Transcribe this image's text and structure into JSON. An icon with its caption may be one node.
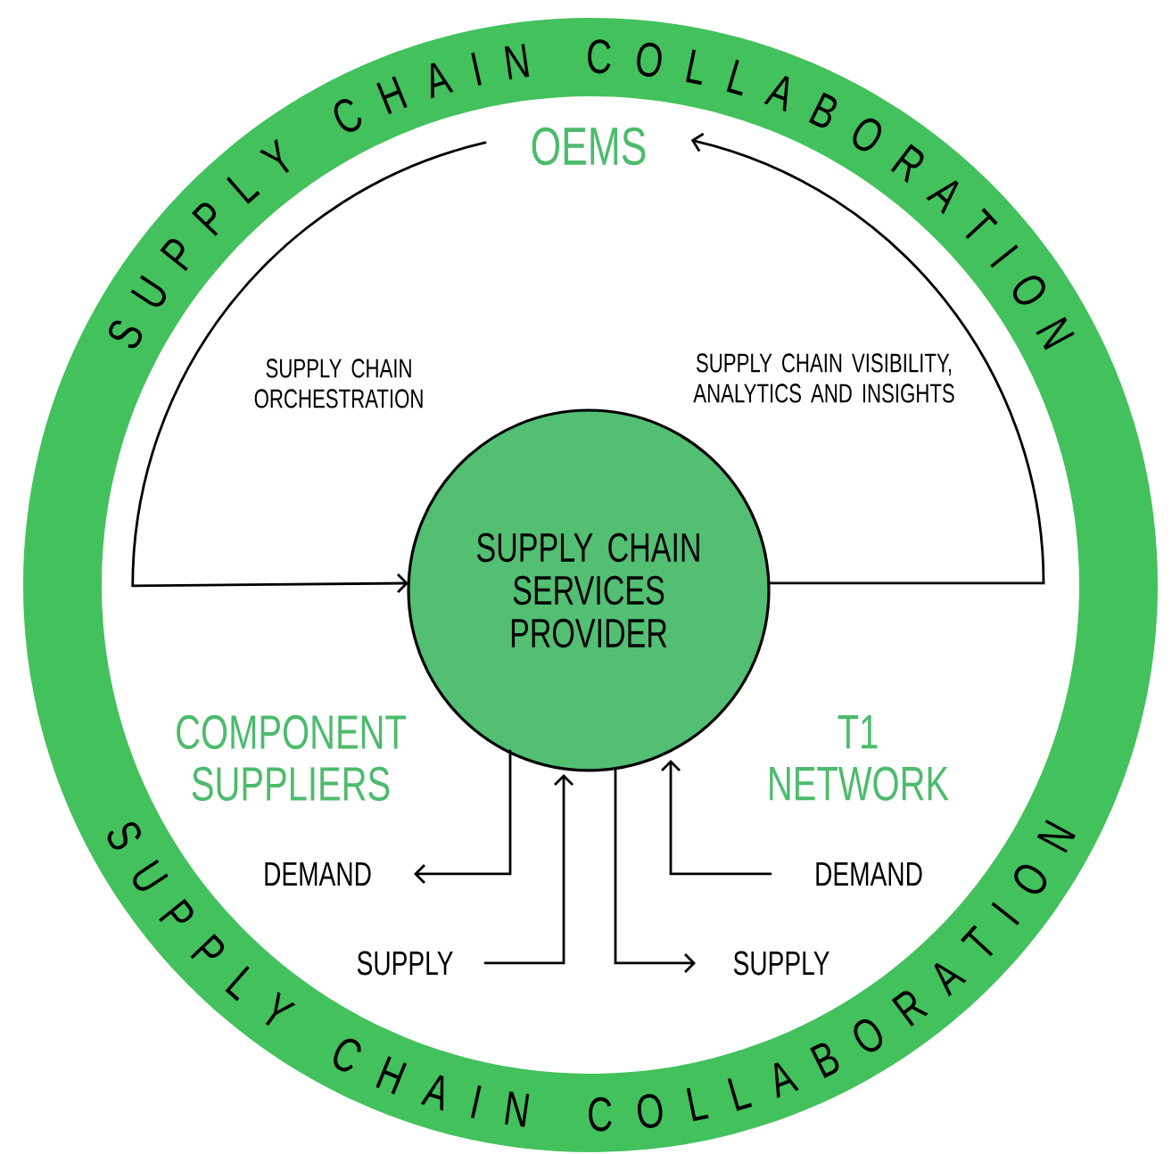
{
  "diagram": {
    "nodes": [
      {
        "text": [
          "SUPPLY CHAIN COLLABORATION",
          "SUPPLY CHAIN COLLABORATION"
        ]
      },
      {
        "text": [
          "OEMS"
        ],
        "in": 0
      },
      {
        "text": [
          "SUPPLY CHAIN SERVICES PROVIDER"
        ],
        "in": 0
      },
      {
        "text": [
          "COMPONENT SUPPLIERS"
        ],
        "in": 0
      },
      {
        "text": [
          "T1 NETWORK"
        ],
        "in": 0
      },
      {
        "text": [
          "DEMAND"
        ],
        "in": 0
      },
      {
        "text": [
          "SUPPLY"
        ],
        "in": 0
      },
      {
        "text": [
          "SUPPLY"
        ],
        "in": 0
      },
      {
        "text": [
          "DEMAND"
        ],
        "in": 0
      }
    ],
    "edges": [
      {
        "from": 1,
        "to": 2,
        "arrow": "to",
        "label": "SUPPLY CHAIN ORCHESTRATION"
      },
      {
        "from": 2,
        "to": 1,
        "arrow": "to",
        "label": "SUPPLY CHAIN VISIBILITY, ANALYTICS AND INSIGHTS"
      },
      {
        "from": 2,
        "to": 5,
        "arrow": "to"
      },
      {
        "from": 6,
        "to": 2,
        "arrow": "to"
      },
      {
        "from": 2,
        "to": 7,
        "arrow": "to"
      },
      {
        "from": 8,
        "to": 2,
        "arrow": "to"
      }
    ]
  }
}
